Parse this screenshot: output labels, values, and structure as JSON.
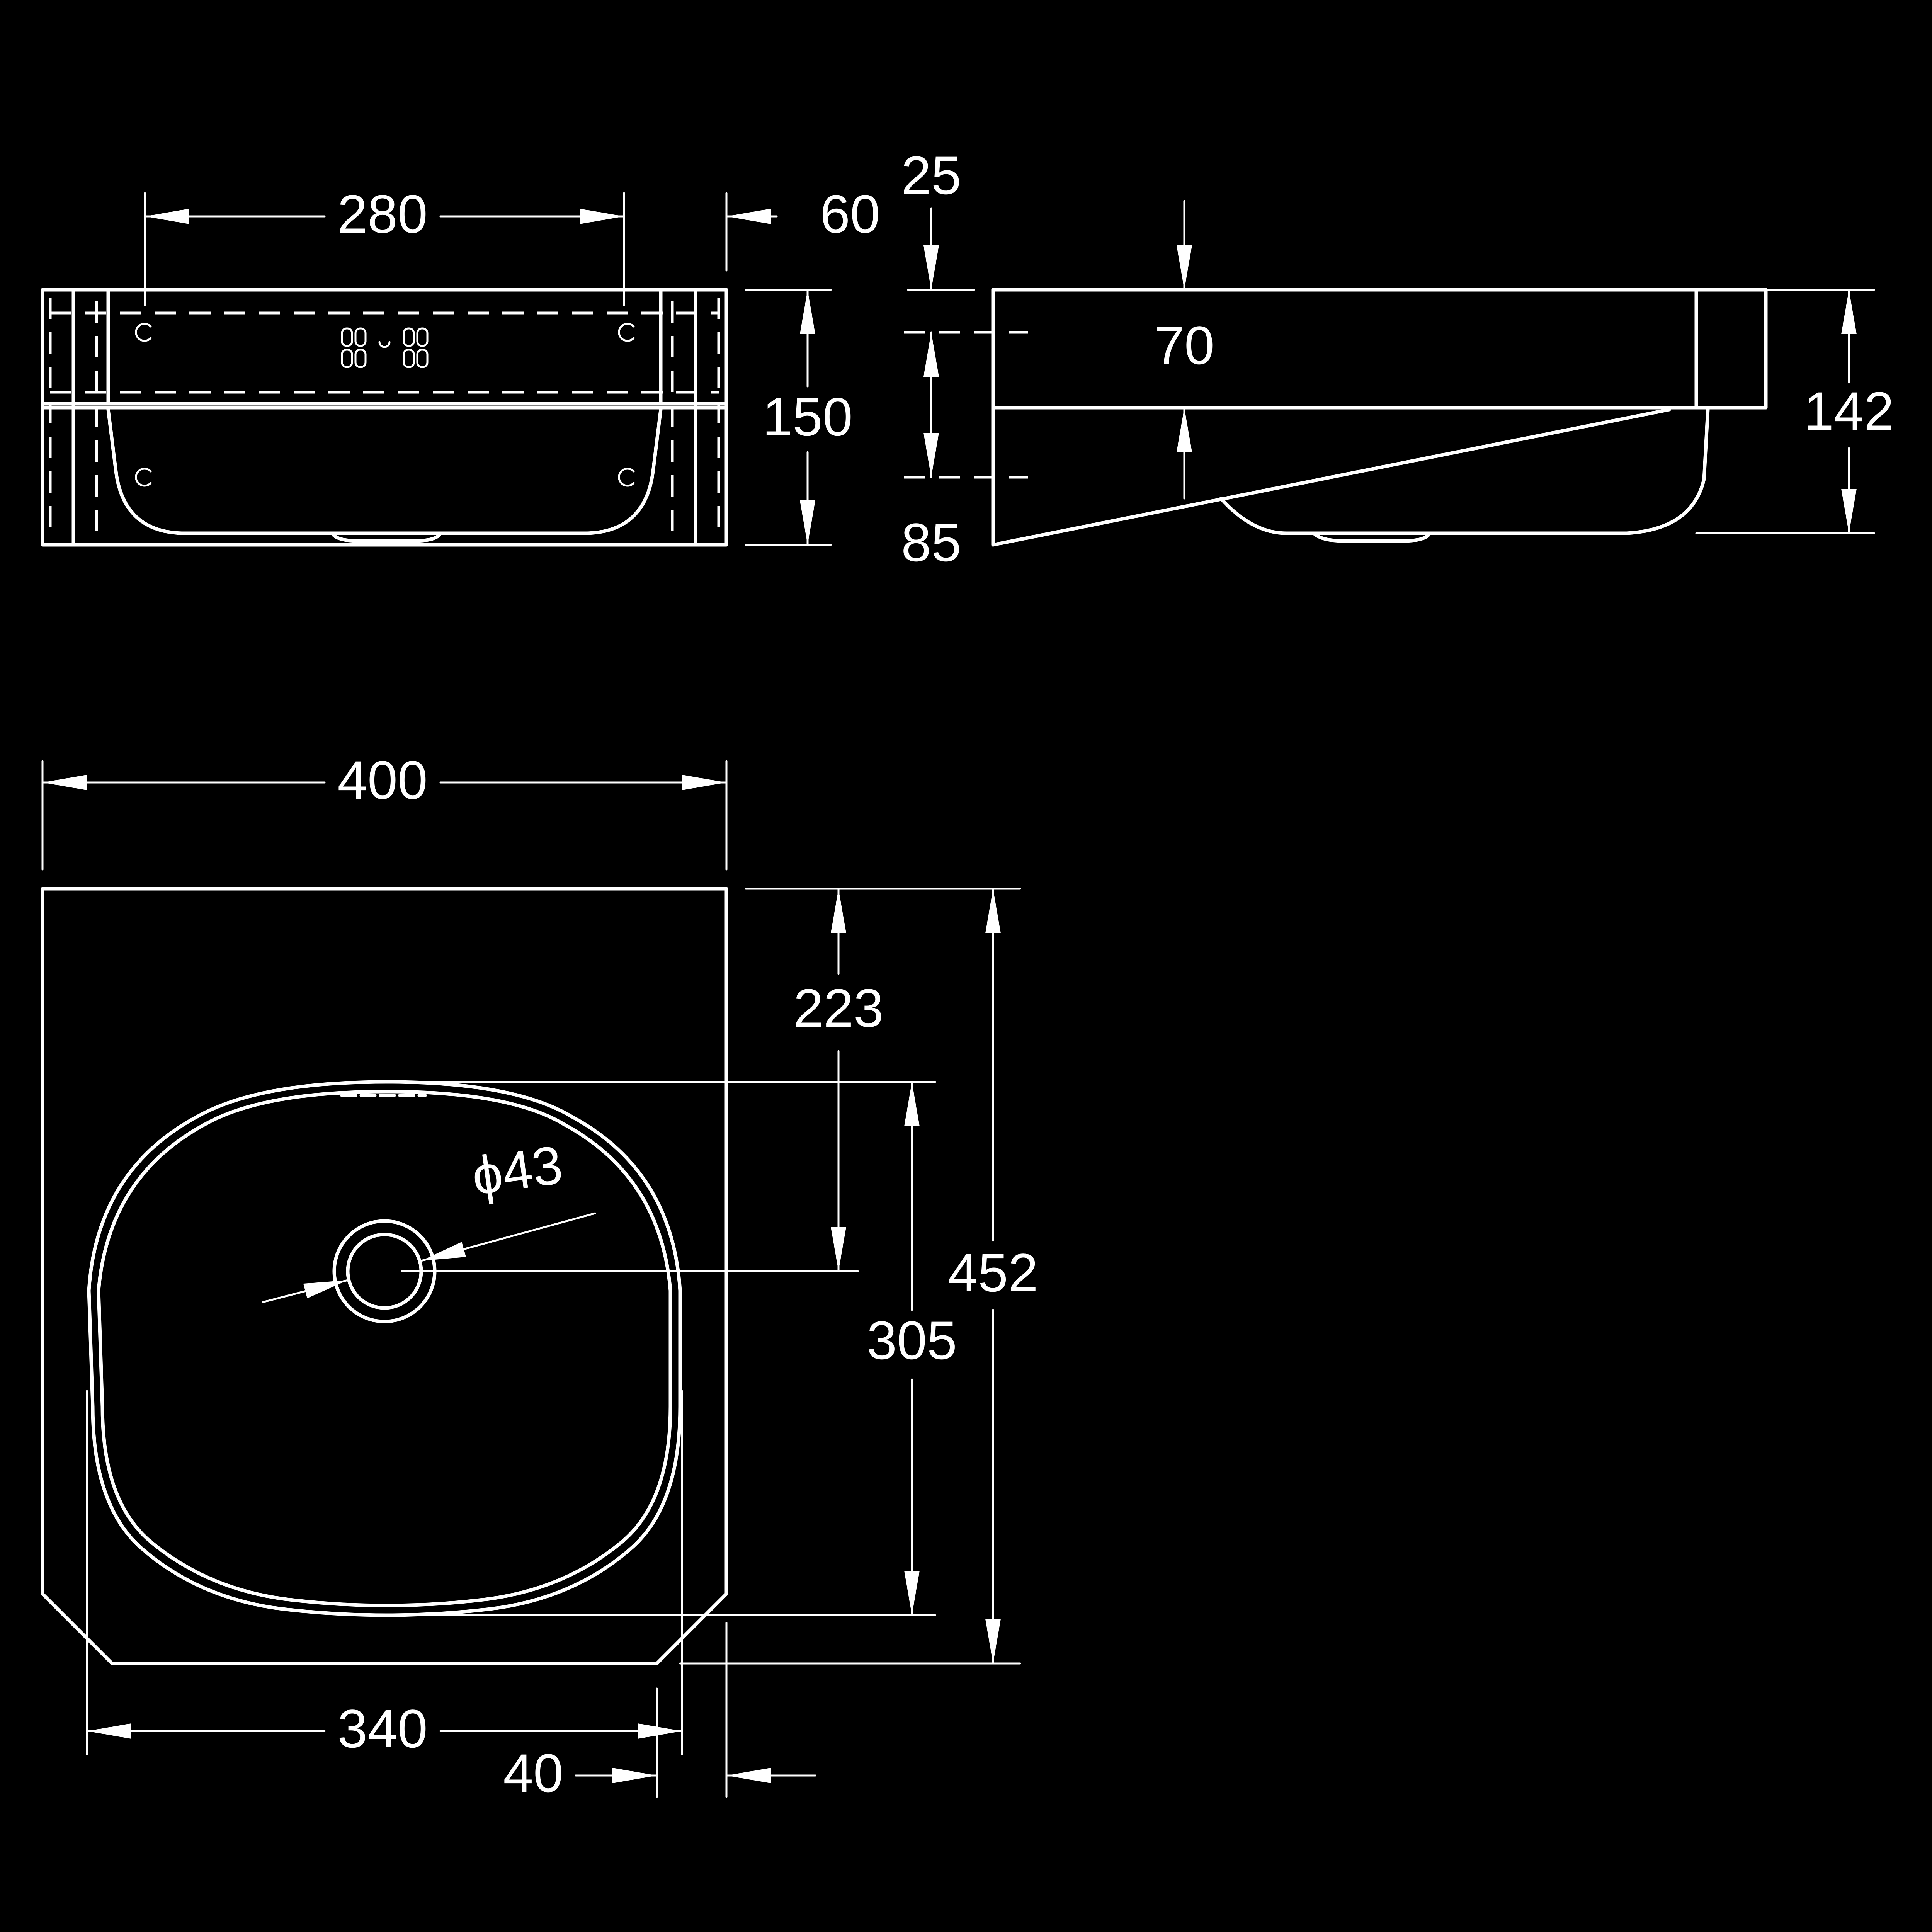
{
  "colors": {
    "background": "#000000",
    "line": "#ffffff"
  },
  "dimensions": {
    "front_inner_width": "280",
    "front_right_offset": "60",
    "front_height": "150",
    "side_top_offset": "25",
    "side_rim": "70",
    "side_bottom_offset": "85",
    "side_height": "142",
    "top_width": "400",
    "top_tap_offset": "223",
    "top_drain_diameter": "ϕ43",
    "top_bowl_depth": "305",
    "top_depth": "452",
    "top_bowl_width": "340",
    "top_bottom_offset": "40"
  }
}
